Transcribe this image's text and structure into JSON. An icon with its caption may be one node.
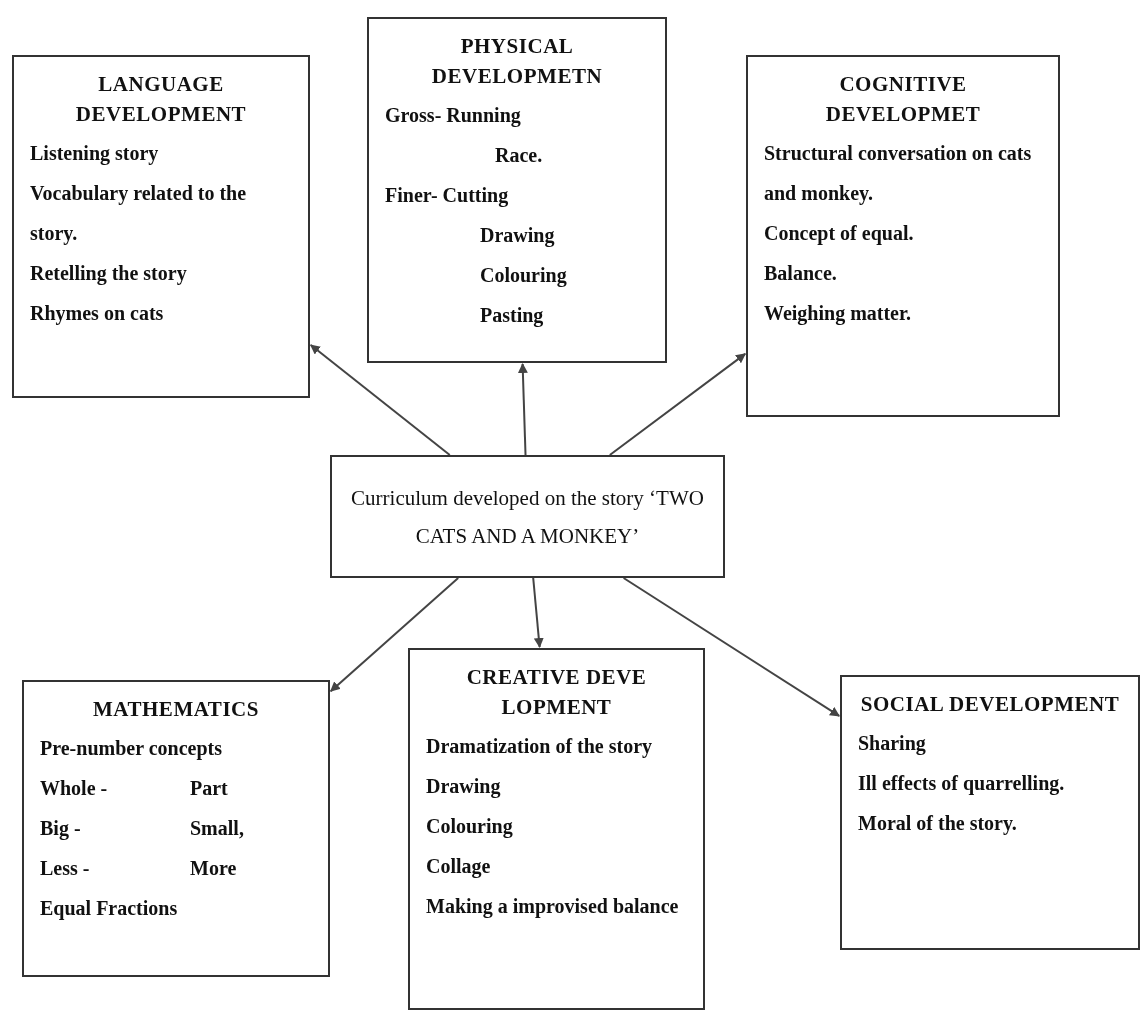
{
  "diagram": {
    "nodes": [
      {
        "text": [
          "Curriculum developed on the story ‘TWO CATS AND A MONKEY’"
        ]
      },
      {
        "text": [
          "LANGUAGE DEVELOPMENT",
          "Listening story",
          "Vocabulary related to the story.",
          "Retelling the story",
          "Rhymes on cats"
        ]
      },
      {
        "text": [
          "PHYSICAL DEVELOPMETN",
          "Gross- Running",
          "Race.",
          "Finer- Cutting",
          "Drawing",
          "Colouring",
          "Pasting"
        ]
      },
      {
        "text": [
          "COGNITIVE DEVELOPMET",
          "Structural conversation on cats and monkey.",
          "Concept of equal.",
          "Balance.",
          "Weighing matter."
        ]
      },
      {
        "text": [
          "MATHEMATICS",
          "Pre-number concepts",
          "Whole -",
          "Part",
          "Big -",
          "Small,",
          "Less -",
          "More",
          "Equal Fractions"
        ]
      },
      {
        "text": [
          "CREATIVE DEVE LOPMENT",
          "Dramatization of the story",
          "Drawing",
          "Colouring",
          "Collage",
          "Making a improvised balance"
        ]
      },
      {
        "text": [
          "SOCIAL DEVELOPMENT",
          "Sharing",
          "Ill effects of quarrelling.",
          "Moral of the story."
        ]
      }
    ],
    "edges": [
      {
        "from": 0,
        "to": 1,
        "arrow": "to"
      },
      {
        "from": 0,
        "to": 2,
        "arrow": "to"
      },
      {
        "from": 0,
        "to": 3,
        "arrow": "to"
      },
      {
        "from": 0,
        "to": 4,
        "arrow": "to"
      },
      {
        "from": 0,
        "to": 5,
        "arrow": "to"
      },
      {
        "from": 0,
        "to": 6,
        "arrow": "to"
      }
    ]
  }
}
